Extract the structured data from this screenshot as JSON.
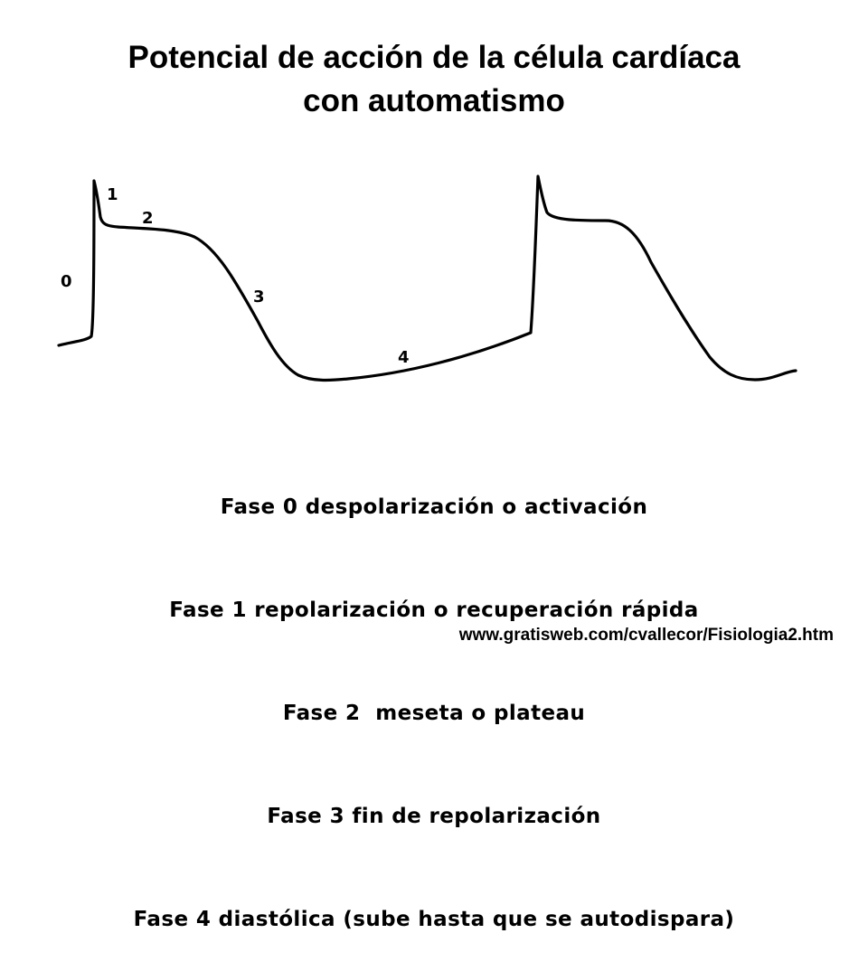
{
  "title": {
    "line1": "Potencial de acción de la célula cardíaca",
    "line2": "con automatismo"
  },
  "diagram": {
    "phase_labels": [
      "0",
      "1",
      "2",
      "3",
      "4"
    ]
  },
  "phases": [
    "Fase 0 despolarización o activación",
    "Fase 1 repolarización o recuperación rápida",
    "Fase 2  meseta o plateau",
    "Fase 3 fin de repolarización",
    "Fase 4 diastólica (sube hasta que se autodispara)"
  ],
  "source": "www.gratisweb.com/cvallecor/Fisiologia2.htm"
}
